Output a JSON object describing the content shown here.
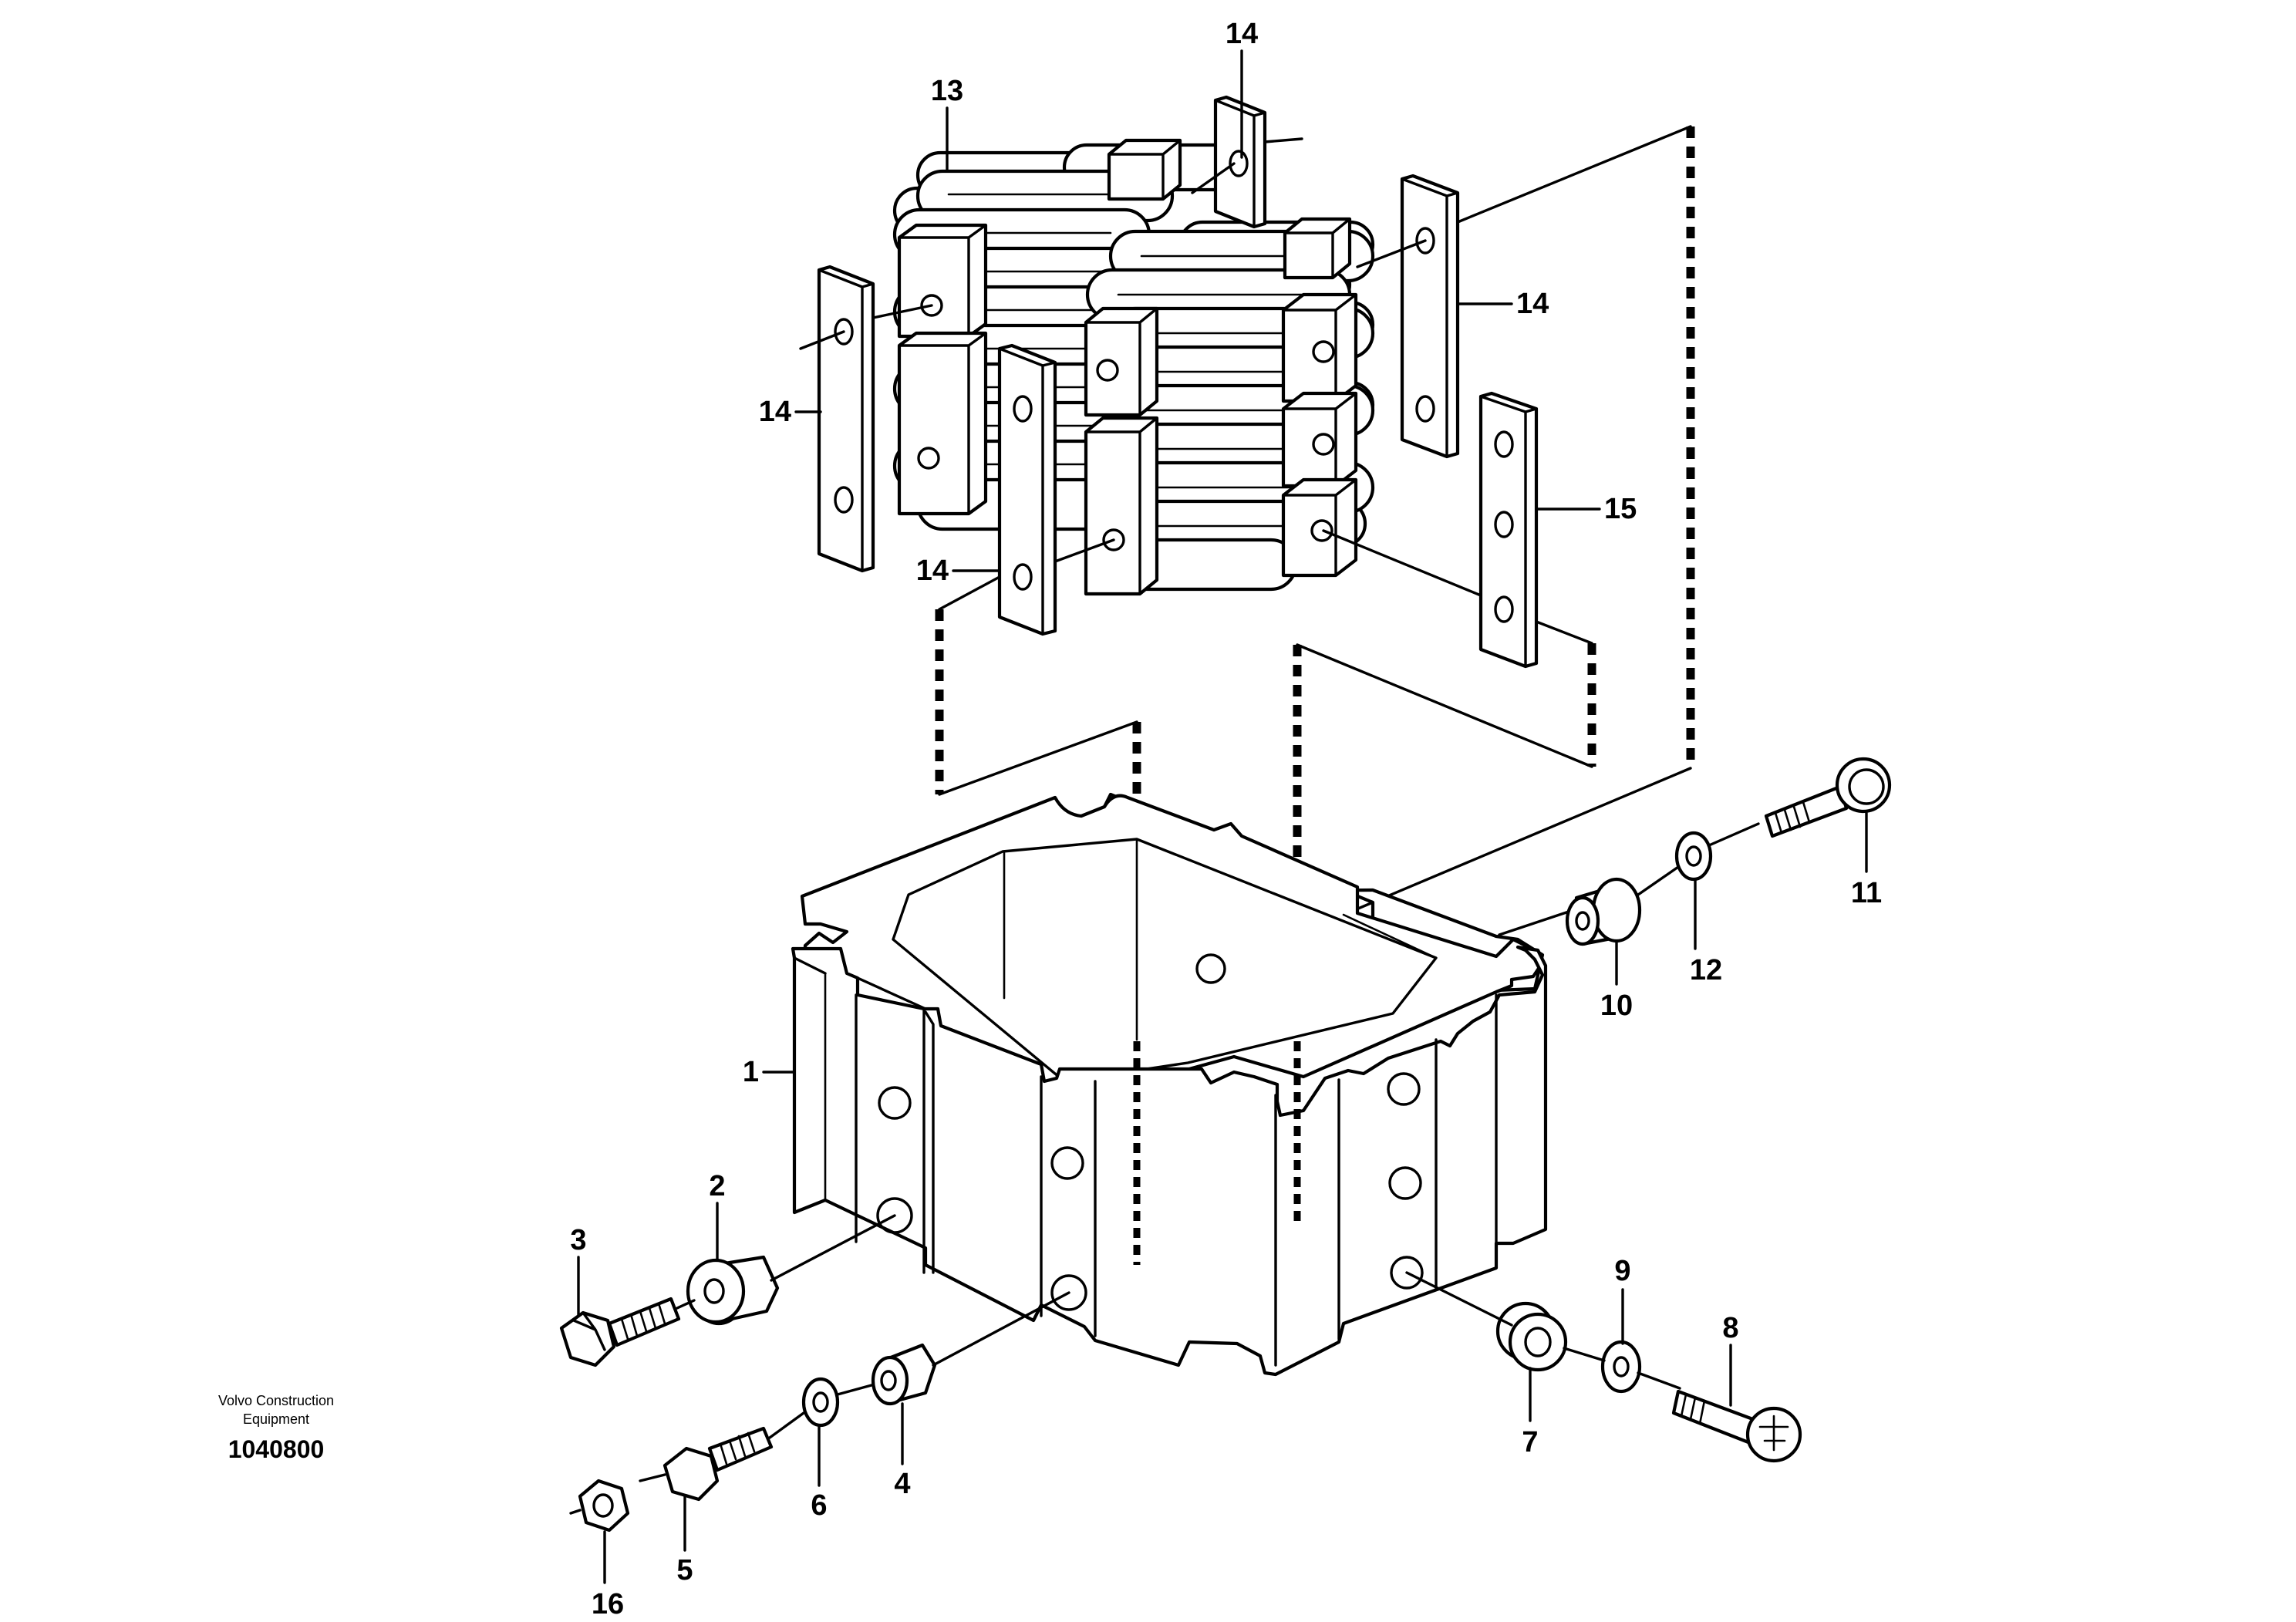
{
  "brand": {
    "line1": "Volvo Construction",
    "line2": "Equipment",
    "code": "1040800"
  },
  "callouts": {
    "c1": "1",
    "c2": "2",
    "c3": "3",
    "c4": "4",
    "c5": "5",
    "c6": "6",
    "c7": "7",
    "c8": "8",
    "c9": "9",
    "c10": "10",
    "c11": "11",
    "c12": "12",
    "c13": "13",
    "c14a": "14",
    "c14b": "14",
    "c14c": "14",
    "c14d": "14",
    "c15": "15",
    "c16": "16"
  }
}
